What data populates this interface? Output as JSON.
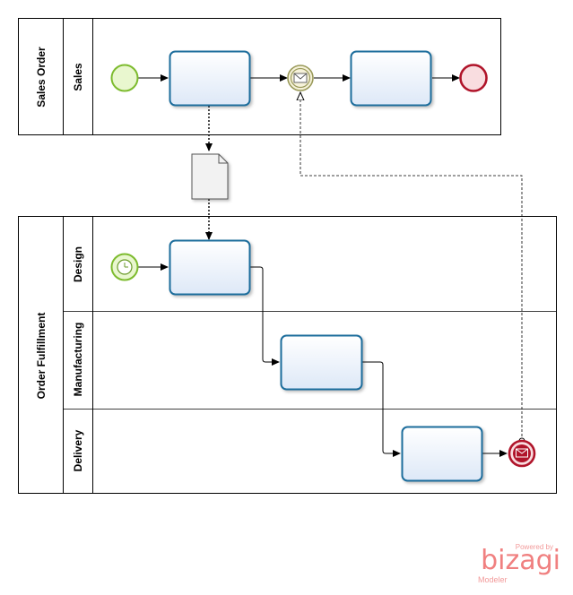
{
  "pools": [
    {
      "name": "Sales Order",
      "lanes": [
        "Sales"
      ]
    },
    {
      "name": "Order Fulfillment",
      "lanes": [
        "Design",
        "Manufacturing",
        "Delivery"
      ]
    }
  ],
  "colors": {
    "task_fill": "#eaf1fb",
    "task_stroke": "#1f6d9c",
    "start_fill": "#e9f7cf",
    "start_stroke": "#7dbb2e",
    "end_fill": "#f9dde0",
    "end_stroke": "#b0142a",
    "intermediate_stroke": "#9a9a5a",
    "line": "#000000"
  },
  "watermark": {
    "powered": "Powered by",
    "brand": "bizagi",
    "product": "Modeler"
  }
}
